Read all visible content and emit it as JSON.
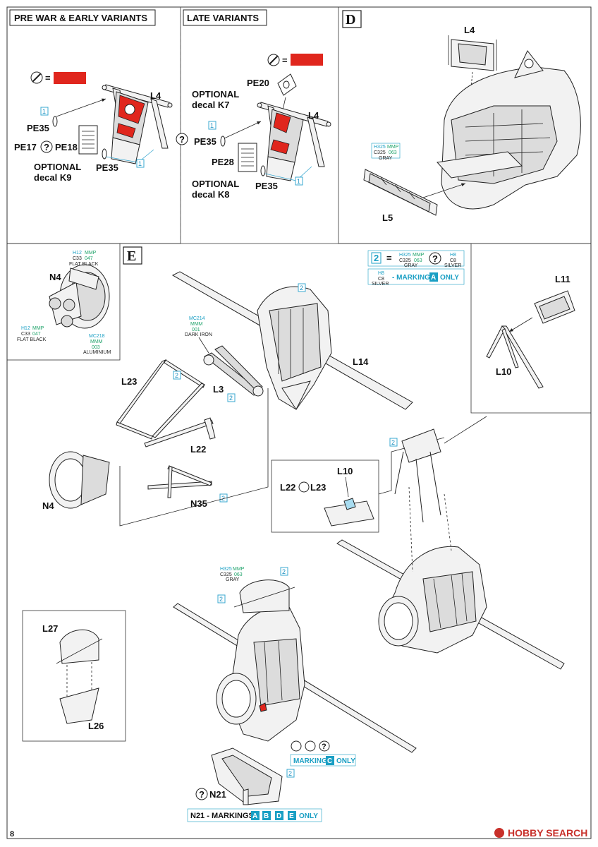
{
  "headers": {
    "pre_war": "PRE WAR & EARLY VARIANTS",
    "late": "LATE VARIANTS",
    "section_d": "D",
    "section_e": "E"
  },
  "pre_war": {
    "l4": "L4",
    "pe35_a": "PE35",
    "pe17": "PE17",
    "pe18": "PE18",
    "pe35_b": "PE35",
    "optional_1": "OPTIONAL",
    "optional_2": "decal K9",
    "step_a": "1",
    "step_b": "1"
  },
  "late": {
    "pe20": "PE20",
    "optional_k7_1": "OPTIONAL",
    "optional_k7_2": "decal K7",
    "l4": "L4",
    "pe35_a": "PE35",
    "pe28": "PE28",
    "pe35_b": "PE35",
    "optional_k8_1": "OPTIONAL",
    "optional_k8_2": "decal K8",
    "step_a": "1",
    "step_b": "1"
  },
  "section_d": {
    "l4": "L4",
    "l5": "L5",
    "paint_h": "H325",
    "paint_mmp": "MMP",
    "paint_c": "C325",
    "paint_num": "063",
    "paint_name": "GRAY"
  },
  "n4_inset": {
    "n4": "N4",
    "p1_h": "H12",
    "p1_mmp": "MMP",
    "p1_c": "C33",
    "p1_num": "047",
    "p1_name": "FLAT BLACK",
    "p2_h": "H12",
    "p2_mmp": "MMP",
    "p2_c": "C33",
    "p2_num": "047",
    "p2_name": "FLAT BLACK",
    "p3_mc": "MC218",
    "p3_mmm": "MMM",
    "p3_num": "003",
    "p3_name": "ALUMINIUM"
  },
  "legend": {
    "step": "2",
    "eq": "=",
    "h": "H325",
    "mmp": "MMP",
    "c": "C325",
    "num": "063",
    "name": "GRAY",
    "h8": "H8",
    "c8": "C8",
    "silver": "SILVER",
    "h8b": "H8",
    "c8b": "C8",
    "silverb": "SILVER",
    "marking_text": "- MARKING",
    "marking_letter": "A",
    "only": "ONLY"
  },
  "section_e": {
    "l3_paint_mc": "MC214",
    "l3_paint_mmm": "MMM",
    "l3_paint_num": "001",
    "l3_paint_name": "DARK IRON",
    "l3": "L3",
    "l14": "L14",
    "l23": "L23",
    "l22": "L22",
    "n4": "N4",
    "n35": "N35",
    "l11": "L11",
    "l10": "L10",
    "detail_l10": "L10",
    "detail_l22": "L22",
    "detail_l23": "L23",
    "l27": "L27",
    "l26": "L26",
    "top_paint_h": "H325",
    "top_paint_mmp": "MMP",
    "top_paint_c": "C325",
    "top_paint_num": "063",
    "top_paint_name": "GRAY",
    "marking_c_text": "MARKING",
    "marking_c_letter": "C",
    "marking_c_only": "ONLY",
    "n21": "N21",
    "n21_marking_prefix": "N21 - MARKINGS",
    "n21_letters": [
      "A",
      "B",
      "D",
      "E"
    ],
    "n21_only": "ONLY",
    "step2": "2"
  },
  "footer": {
    "page_number": "8",
    "watermark": "HOBBY SEARCH"
  },
  "colors": {
    "red_swatch": "#e0261d",
    "cyan": "#1a9fc4",
    "green": "#1fa36a"
  }
}
